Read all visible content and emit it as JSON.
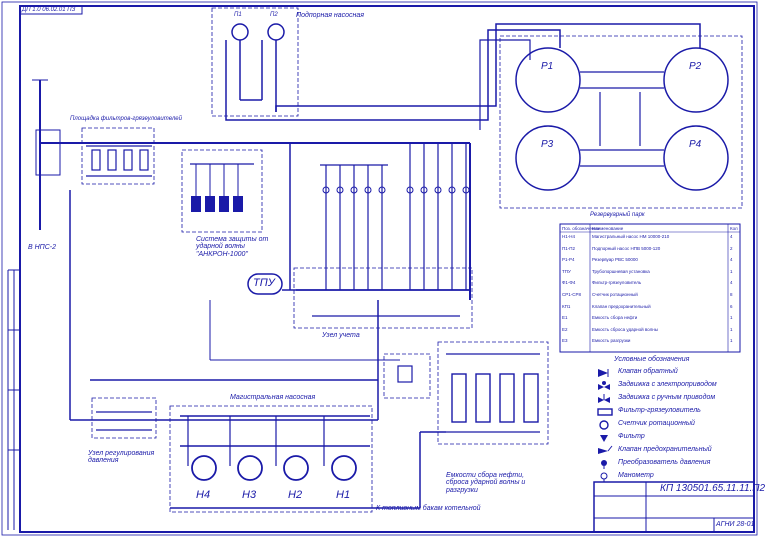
{
  "drawing": {
    "stamp_code": "ДП 1.0 06.02.01 ПЗ",
    "title_block_code": "КП 130501.65.11.11.П2",
    "sheet_code": "АГНИ 28-01"
  },
  "labels": {
    "booster_pumps": "Подпорная насосная",
    "booster_pump_1": "П1",
    "booster_pump_2": "П2",
    "filter_station": "Площадка фильтров-грязеуловителей",
    "to_npc": "В НПС-2",
    "wave_protection": "Система защиты от ударной волны \"АНКРОН-1000\"",
    "tank_farm": "Резервуарный парк",
    "tps": "ТПУ",
    "metering_unit": "Узел учета",
    "mainline_pumps": "Магистральная насосная",
    "pressure_control": "Узел регулирования давления",
    "drain_tanks": "Емкости сбора нефти, сброса ударной волны и разгрузки",
    "boiler_fuel": "К топливным бакам котельной"
  },
  "tanks": [
    "Р1",
    "Р2",
    "Р3",
    "Р4"
  ],
  "pumps": [
    "Н4",
    "Н3",
    "Н2",
    "Н1"
  ],
  "equipment_table": {
    "headers": [
      "Поз. обозначение",
      "Наименование",
      "Кол"
    ],
    "rows": [
      [
        "Н1-Н4",
        "Магистральный насос НМ 10000-210",
        "4"
      ],
      [
        "П1-П2",
        "Подпорный насос НПВ 5000-120",
        "2"
      ],
      [
        "Р1-Р4",
        "Резервуар РВС 50000",
        "4"
      ],
      [
        "ТПУ",
        "Трубопоршневая установка",
        "1"
      ],
      [
        "Ф1-Ф4",
        "Фильтр-грязеуловитель",
        "4"
      ],
      [
        "СР1-СР8",
        "Счетчик ротационный",
        "8"
      ],
      [
        "КП1",
        "Клапан предохранительный",
        "6"
      ],
      [
        "Е1",
        "Емкость сбора нефти",
        "1"
      ],
      [
        "Е2",
        "Емкость сброса ударной волны",
        "1"
      ],
      [
        "Е3",
        "Емкость разгрузки",
        "1"
      ]
    ]
  },
  "legend": {
    "title": "Условные обозначения",
    "items": [
      {
        "icon": "check-valve",
        "label": "Клапан обратный"
      },
      {
        "icon": "motor-gate-valve",
        "label": "Задвижка с электроприводом"
      },
      {
        "icon": "manual-gate-valve",
        "label": "Задвижка с ручным приводом"
      },
      {
        "icon": "strainer",
        "label": "Фильтр-грязеуловитель"
      },
      {
        "icon": "rotary-meter",
        "label": "Счетчик ротационный"
      },
      {
        "icon": "filter",
        "label": "Фильтр"
      },
      {
        "icon": "relief-valve",
        "label": "Клапан предохранительный"
      },
      {
        "icon": "pressure-transducer",
        "label": "Преобразователь давления"
      },
      {
        "icon": "manometer",
        "label": "Манометр"
      }
    ]
  },
  "colors": {
    "line": "#1a1aa8",
    "paper": "#ffffff"
  }
}
